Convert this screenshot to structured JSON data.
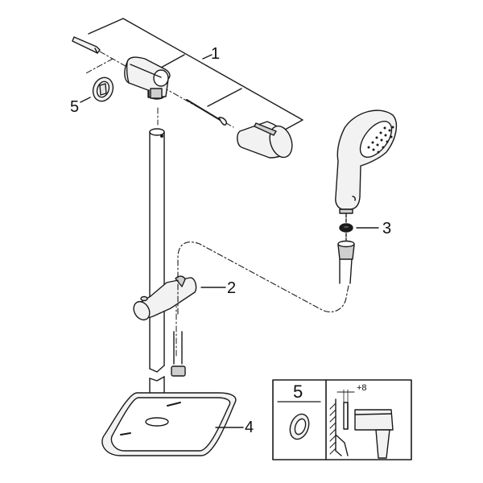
{
  "diagram": {
    "type": "exploded-parts-view",
    "subject": "shower rail set",
    "colors": {
      "line": "#1a1a1a",
      "fill_light": "#f2f2f2",
      "fill_mid": "#cfcfcf",
      "background": "#ffffff"
    },
    "callouts": [
      {
        "id": "1",
        "label": "1",
        "part": "wall bracket set (top bracket, rail holder, screw, anchor, end cap)"
      },
      {
        "id": "2",
        "label": "2",
        "part": "sliding handshower holder"
      },
      {
        "id": "3",
        "label": "3",
        "part": "washer / seal"
      },
      {
        "id": "4",
        "label": "4",
        "part": "soap dish / tray"
      },
      {
        "id": "5",
        "label": "5",
        "part": "spacer ring"
      }
    ],
    "inset": {
      "part_number": "5",
      "dimension_label": "+8"
    }
  }
}
